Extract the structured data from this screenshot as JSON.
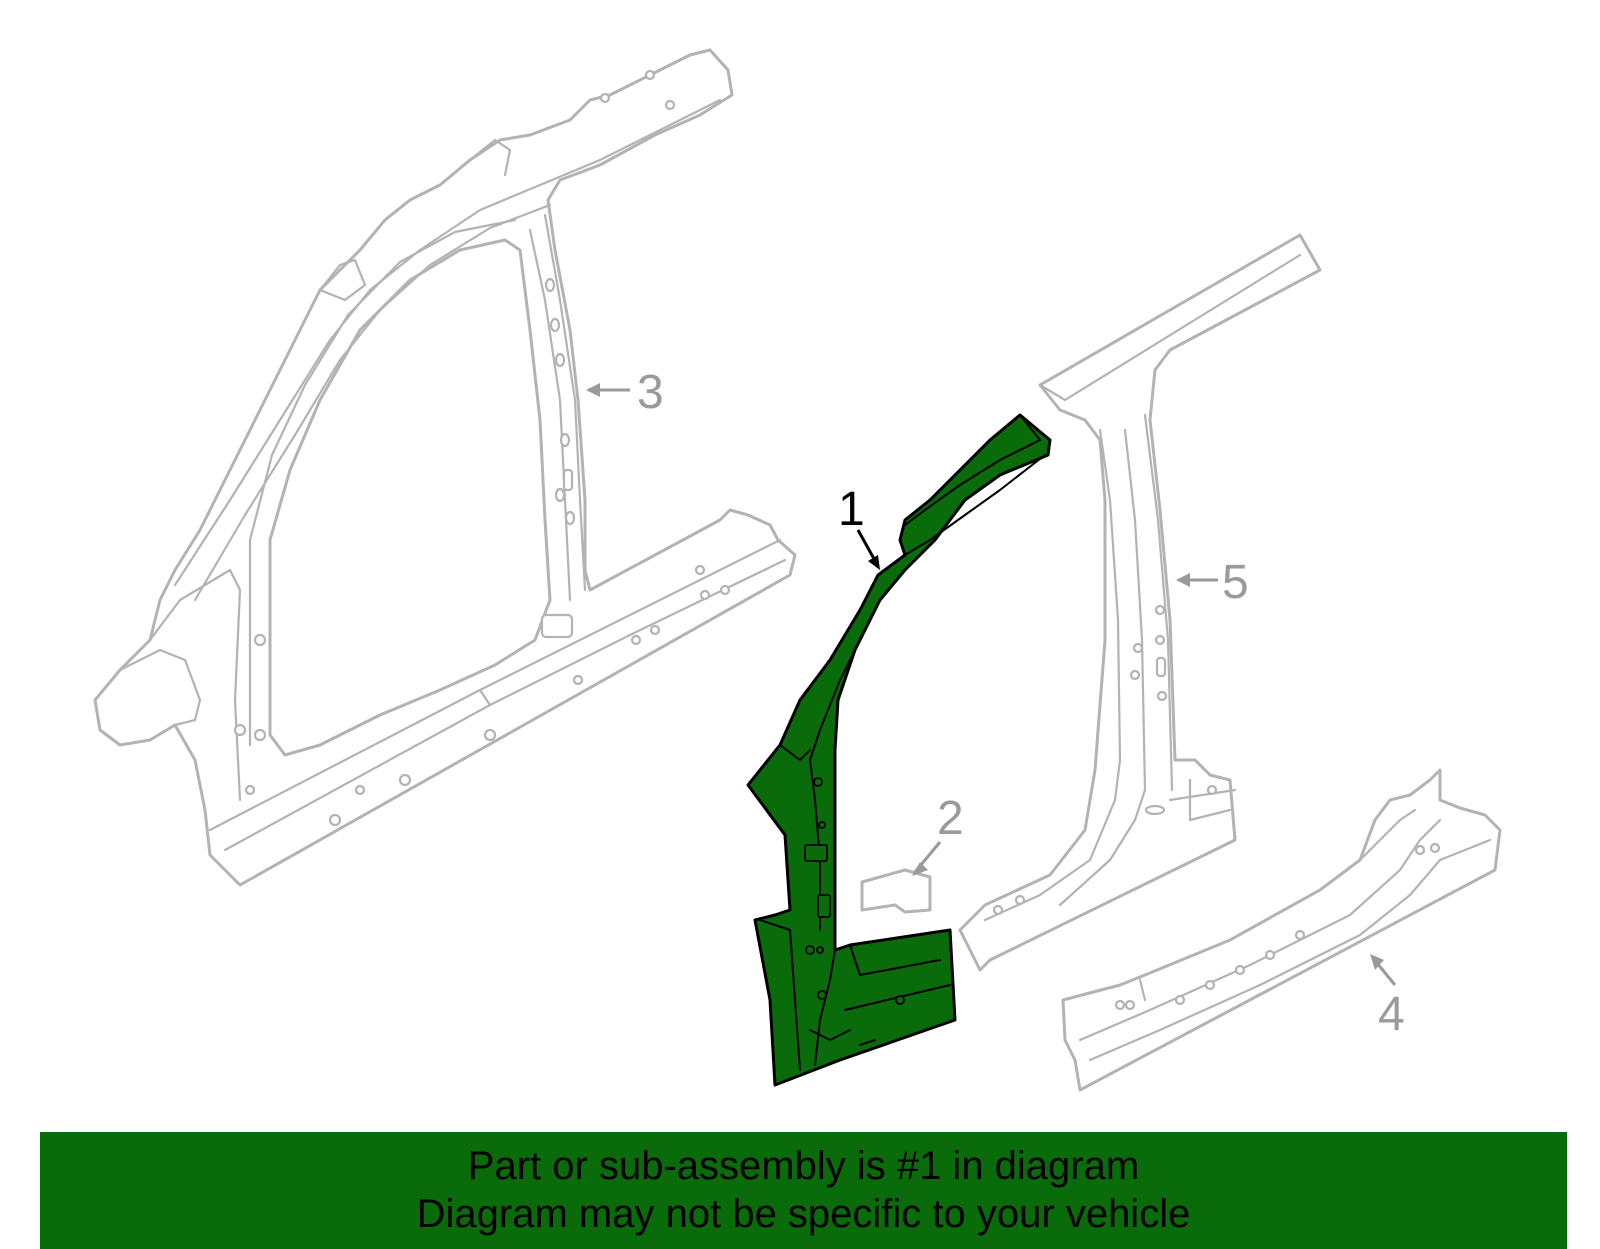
{
  "callouts": [
    {
      "number": "1",
      "highlighted": true
    },
    {
      "number": "2",
      "highlighted": false
    },
    {
      "number": "3",
      "highlighted": false
    },
    {
      "number": "4",
      "highlighted": false
    },
    {
      "number": "5",
      "highlighted": false
    }
  ],
  "banner": {
    "line1": "Part or sub-assembly is #1 in diagram",
    "line2": "Diagram may not be specific to your vehicle"
  },
  "colors": {
    "highlight": "#0a6b0a",
    "outline": "#b3b3b3",
    "callout_text": "#9a9a9a"
  }
}
